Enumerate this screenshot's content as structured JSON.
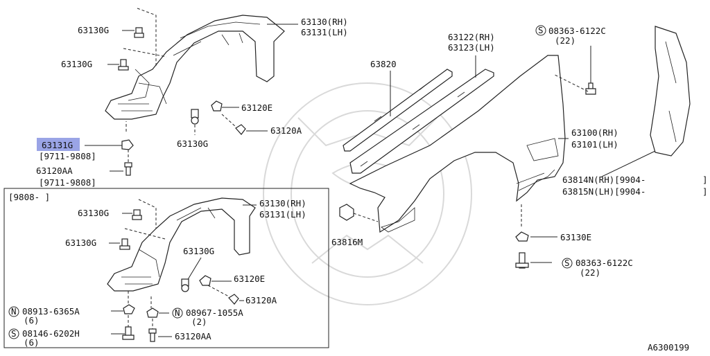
{
  "highlight_color": "#9aa4e6",
  "diagram_id": "A6300199",
  "top": {
    "fender_liner": [
      "63130(RH)",
      "63131(LH)"
    ],
    "clip_g1": "63130G",
    "clip_g2": "63130G",
    "clip_g3": "63130G",
    "clip_e": "63120E",
    "clip_a": "63120A",
    "highlight_part": "63131G",
    "highlight_date": "[9711-9808]",
    "clip_aa": "63120AA",
    "clip_aa_date": "[9711-9808]"
  },
  "right": {
    "bolt_top": [
      "08363-6122C",
      "(22)"
    ],
    "seal": [
      "63122(RH)",
      "63123(LH)"
    ],
    "strip": "63820",
    "fender": [
      "63100(RH)",
      "63101(LH)"
    ],
    "guard": [
      "63814N(RH)[9904-",
      "63815N(LH)[9904-"
    ],
    "guard_bracket_1": "]",
    "guard_bracket_2": "]",
    "block": "63816M",
    "clip_e": "63130E",
    "bolt_bottom": [
      "08363-6122C",
      "(22)"
    ],
    "circle_s": "S"
  },
  "inset": {
    "date_range": "[9808-     ]",
    "fender_liner": [
      "63130(RH)",
      "63131(LH)"
    ],
    "clip_g1": "63130G",
    "clip_g2": "63130G",
    "clip_g3": "63130G",
    "clip_e": "63120E",
    "clip_a": "63120A",
    "nut": [
      "08913-6365A",
      "(6)"
    ],
    "nut_b": [
      "08967-1055A",
      "(2)"
    ],
    "bolt": [
      "08146-6202H",
      "(6)"
    ],
    "clip_aa": "63120AA",
    "circle_n": "N",
    "circle_s": "S"
  }
}
